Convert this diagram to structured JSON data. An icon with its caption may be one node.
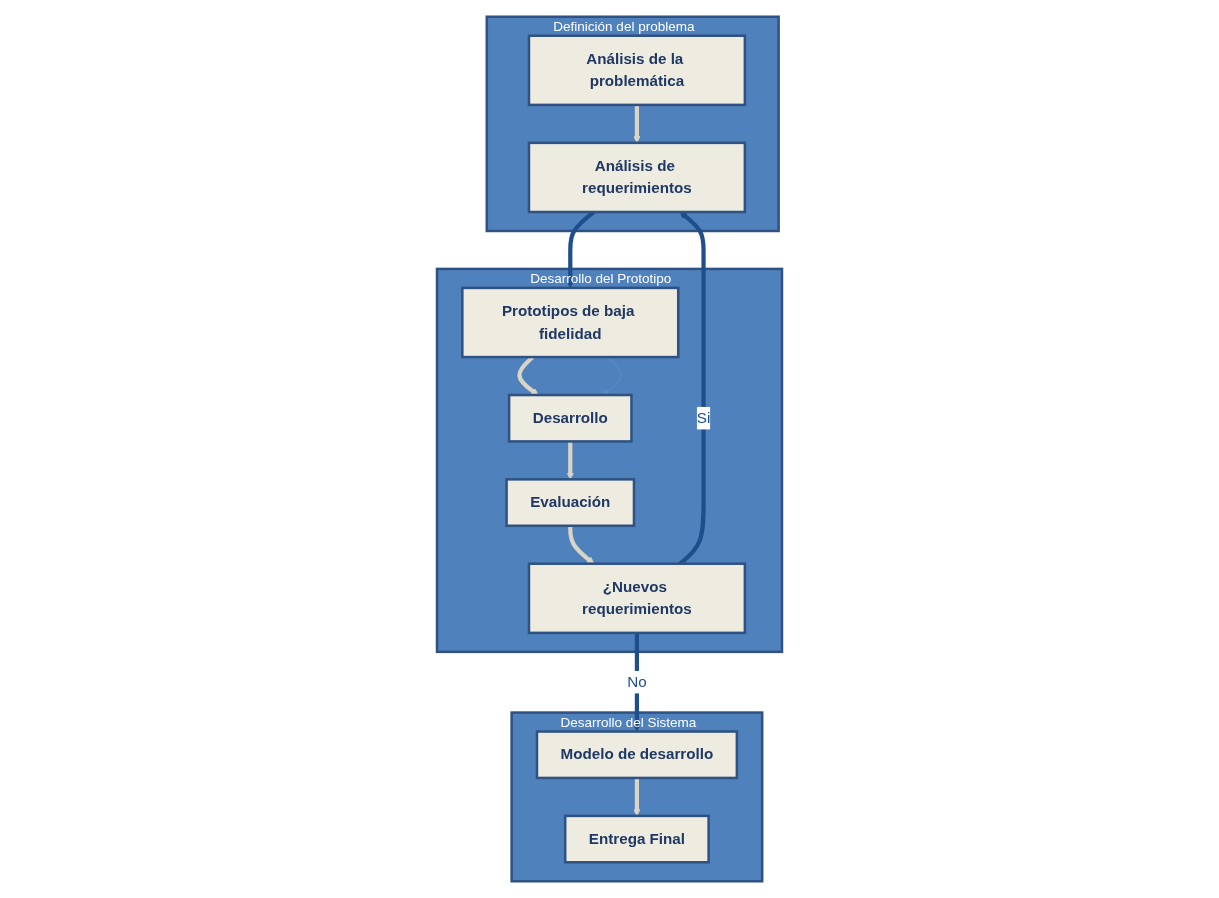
{
  "diagram": {
    "nodes": [
      {
        "text": [
          "Definición del problema"
        ]
      },
      {
        "text": [
          "Análisis de la problemática"
        ],
        "in": 0
      },
      {
        "text": [
          "Análisis de requerimientos"
        ],
        "in": 0
      },
      {
        "text": [
          "Desarrollo del Prototipo"
        ]
      },
      {
        "text": [
          "Prototipos de baja fidelidad"
        ],
        "in": 3
      },
      {
        "text": [
          "Desarrollo"
        ],
        "in": 3
      },
      {
        "text": [
          "Evaluación"
        ],
        "in": 3
      },
      {
        "text": [
          "¿Nuevos requerimientos"
        ],
        "in": 3
      },
      {
        "text": [
          "Desarrollo del Sistema"
        ]
      },
      {
        "text": [
          "Modelo de desarrollo"
        ],
        "in": 8
      },
      {
        "text": [
          "Entrega Final"
        ],
        "in": 8
      }
    ],
    "edges": [
      {
        "from": 1,
        "to": 2,
        "arrow": "to"
      },
      {
        "from": 2,
        "to": 4,
        "arrow": "to",
        "color": "#1f4e8c"
      },
      {
        "from": 4,
        "to": 5,
        "arrow": "to"
      },
      {
        "from": 4,
        "to": 5,
        "arrow": "to",
        "color": "#5b89c4"
      },
      {
        "from": 5,
        "to": 6,
        "arrow": "to"
      },
      {
        "from": 6,
        "to": 7,
        "arrow": "to"
      },
      {
        "from": 7,
        "to": 2,
        "arrow": "to",
        "label": "Si",
        "color": "#1f4e8c"
      },
      {
        "from": 7,
        "to": 9,
        "arrow": "to",
        "label": "No",
        "color": "#1f4e8c"
      },
      {
        "from": 9,
        "to": 10,
        "arrow": "to"
      }
    ]
  }
}
